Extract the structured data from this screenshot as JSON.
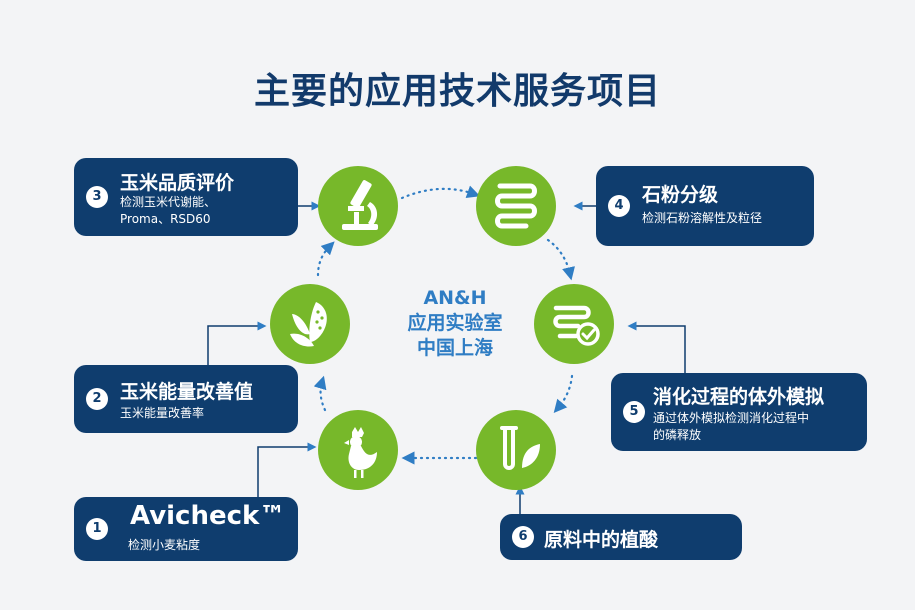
{
  "title": "主要的应用技术服务项目",
  "center": {
    "line1": "AN&H",
    "line2": "应用实验室",
    "line3": "中国上海"
  },
  "colors": {
    "navy": "#0f3d6e",
    "green": "#77b82a",
    "accent_blue": "#2f7dc4",
    "background": "#f3f4f6"
  },
  "cards": [
    {
      "num": "1",
      "title": "Avicheck™",
      "subtitle_lines": [
        "检测小麦粘度"
      ]
    },
    {
      "num": "2",
      "title": "玉米能量改善值",
      "subtitle_lines": [
        "玉米能量改善率"
      ]
    },
    {
      "num": "3",
      "title": "玉米品质评价",
      "subtitle_lines": [
        "检测玉米代谢能、",
        "Proma、RSD60"
      ]
    },
    {
      "num": "4",
      "title": "石粉分级",
      "subtitle_lines": [
        "检测石粉溶解性及粒径"
      ]
    },
    {
      "num": "5",
      "title": "消化过程的体外模拟",
      "subtitle_lines": [
        "通过体外模拟检测消化过程中",
        "的磷释放"
      ]
    },
    {
      "num": "6",
      "title": "原料中的植酸",
      "subtitle_lines": []
    }
  ],
  "icons": [
    {
      "name": "rooster-icon"
    },
    {
      "name": "corn-icon"
    },
    {
      "name": "microscope-icon"
    },
    {
      "name": "digestive-tract-icon"
    },
    {
      "name": "stomach-check-icon"
    },
    {
      "name": "test-tube-leaf-icon"
    }
  ]
}
